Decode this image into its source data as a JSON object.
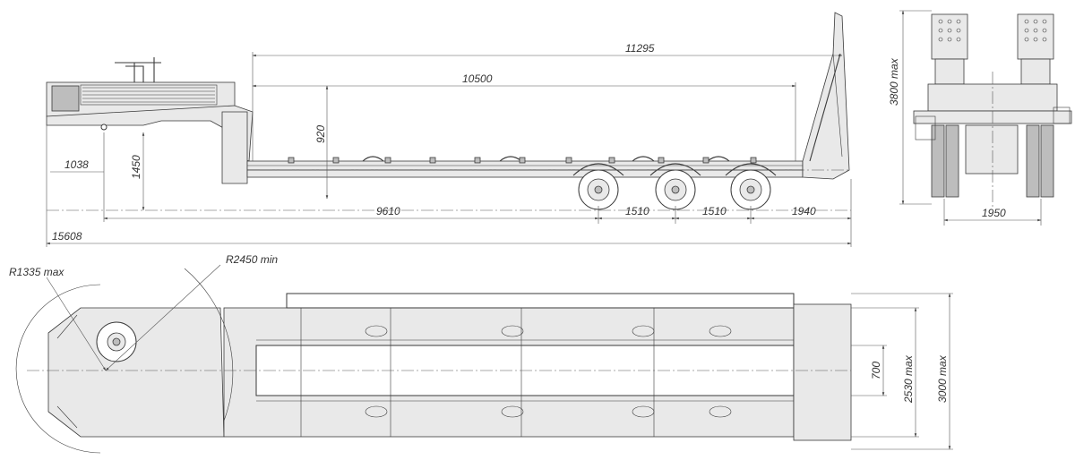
{
  "side_view": {
    "overall_length": "11295",
    "deck_length": "10500",
    "deck_height": "920",
    "front_height": "1038",
    "coupling_height": "1450",
    "kingpin_to_axle": "9610",
    "axle_spacing_1": "1510",
    "axle_spacing_2": "1510",
    "rear_overhang": "1940",
    "total_length": "15608"
  },
  "rear_view": {
    "height": "3800 max",
    "track_width": "1950"
  },
  "plan_view": {
    "front_radius": "R1335 max",
    "turning_radius": "R2450 min",
    "ramp_gap": "700",
    "deck_width": "2530 max",
    "overall_width": "3000 max"
  }
}
